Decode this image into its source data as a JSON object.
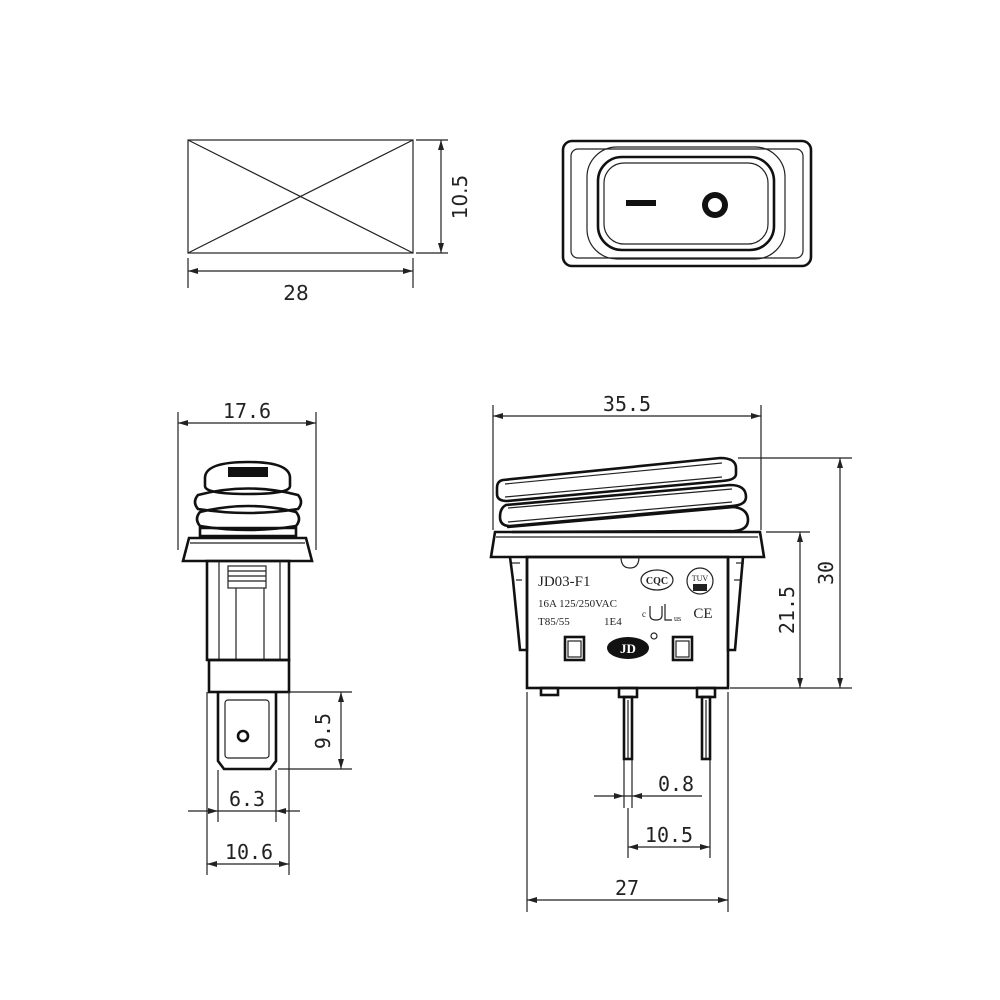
{
  "dimensions": {
    "cutout_width": "28",
    "cutout_height": "10.5",
    "side_width": "17.6",
    "terminal_length": "9.5",
    "terminal_width": "6.3",
    "body_depth": "10.6",
    "overall_width": "35.5",
    "overall_height": "30",
    "body_height": "21.5",
    "pin_thickness": "0.8",
    "pin_spacing": "10.5",
    "base_width": "27"
  },
  "markings": {
    "model": "JD03-F1",
    "rating": "16A 125/250VAC",
    "temp": "T85/55",
    "endurance": "1E4",
    "cqc": "CQC",
    "tuv": "TUV",
    "ul_prefix": "c",
    "ul_suffix": "us",
    "ce": "CE",
    "brand": "JD"
  }
}
